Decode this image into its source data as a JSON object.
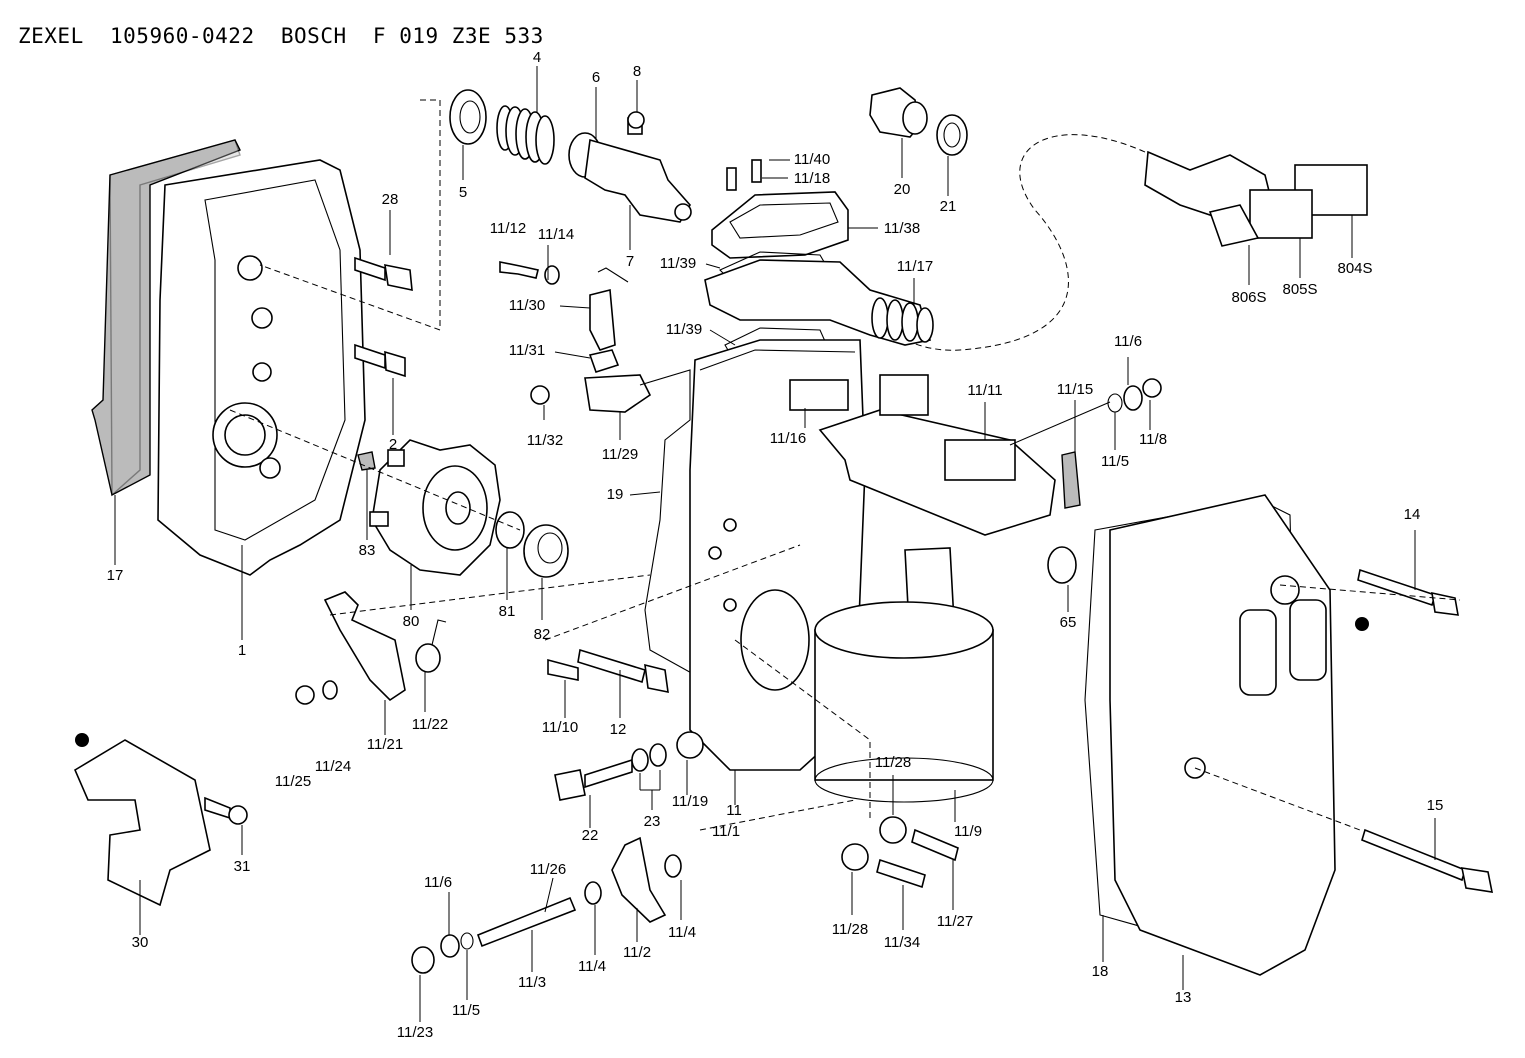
{
  "header": {
    "maker": "ZEXEL",
    "zexel_part_no": "105960-0422",
    "brand": "BOSCH",
    "bosch_part_no": "F 019 Z3E 533"
  },
  "part_labels": [
    {
      "key": "p4",
      "text": "4"
    },
    {
      "key": "p6",
      "text": "6"
    },
    {
      "key": "p8",
      "text": "8"
    },
    {
      "key": "p5",
      "text": "5"
    },
    {
      "key": "p7",
      "text": "7"
    },
    {
      "key": "p28",
      "text": "28"
    },
    {
      "key": "p2",
      "text": "2"
    },
    {
      "key": "p1",
      "text": "1"
    },
    {
      "key": "p17",
      "text": "17"
    },
    {
      "key": "p83",
      "text": "83"
    },
    {
      "key": "p80",
      "text": "80"
    },
    {
      "key": "p81",
      "text": "81"
    },
    {
      "key": "p82",
      "text": "82"
    },
    {
      "key": "p11_12",
      "text": "11/12"
    },
    {
      "key": "p11_14",
      "text": "11/14"
    },
    {
      "key": "p11_30",
      "text": "11/30"
    },
    {
      "key": "p11_31",
      "text": "11/31"
    },
    {
      "key": "p11_32",
      "text": "11/32"
    },
    {
      "key": "p11_29",
      "text": "11/29"
    },
    {
      "key": "p11_39a",
      "text": "11/39"
    },
    {
      "key": "p11_39b",
      "text": "11/39"
    },
    {
      "key": "p11_40",
      "text": "11/40"
    },
    {
      "key": "p11_18",
      "text": "11/18"
    },
    {
      "key": "p11_38",
      "text": "11/38"
    },
    {
      "key": "p11_17",
      "text": "11/17"
    },
    {
      "key": "p20",
      "text": "20"
    },
    {
      "key": "p21",
      "text": "21"
    },
    {
      "key": "p806s",
      "text": "806S"
    },
    {
      "key": "p805s",
      "text": "805S"
    },
    {
      "key": "p804s",
      "text": "804S"
    },
    {
      "key": "p11_6a",
      "text": "11/6"
    },
    {
      "key": "p11_11",
      "text": "11/11"
    },
    {
      "key": "p11_15",
      "text": "11/15"
    },
    {
      "key": "p11_5a",
      "text": "11/5"
    },
    {
      "key": "p11_8",
      "text": "11/8"
    },
    {
      "key": "p11_16",
      "text": "11/16"
    },
    {
      "key": "p19",
      "text": "19"
    },
    {
      "key": "p65",
      "text": "65"
    },
    {
      "key": "p14",
      "text": "14"
    },
    {
      "key": "p11_22",
      "text": "11/22"
    },
    {
      "key": "p11_21",
      "text": "11/21"
    },
    {
      "key": "p11_24",
      "text": "11/24"
    },
    {
      "key": "p11_25",
      "text": "11/25"
    },
    {
      "key": "p11_10",
      "text": "11/10"
    },
    {
      "key": "p12",
      "text": "12"
    },
    {
      "key": "p11_19",
      "text": "11/19"
    },
    {
      "key": "p11",
      "text": "11"
    },
    {
      "key": "p11_1",
      "text": "11/1"
    },
    {
      "key": "p22",
      "text": "22"
    },
    {
      "key": "p23",
      "text": "23"
    },
    {
      "key": "p11_28a",
      "text": "11/28"
    },
    {
      "key": "p11_9",
      "text": "11/9"
    },
    {
      "key": "p31",
      "text": "31"
    },
    {
      "key": "p30",
      "text": "30"
    },
    {
      "key": "p11_6b",
      "text": "11/6"
    },
    {
      "key": "p11_26",
      "text": "11/26"
    },
    {
      "key": "p11_4a",
      "text": "11/4"
    },
    {
      "key": "p11_4b",
      "text": "11/4"
    },
    {
      "key": "p11_2",
      "text": "11/2"
    },
    {
      "key": "p11_3",
      "text": "11/3"
    },
    {
      "key": "p11_5b",
      "text": "11/5"
    },
    {
      "key": "p11_23",
      "text": "11/23"
    },
    {
      "key": "p11_28b",
      "text": "11/28"
    },
    {
      "key": "p11_34",
      "text": "11/34"
    },
    {
      "key": "p11_27",
      "text": "11/27"
    },
    {
      "key": "p18",
      "text": "18"
    },
    {
      "key": "p13",
      "text": "13"
    },
    {
      "key": "p15",
      "text": "15"
    }
  ]
}
